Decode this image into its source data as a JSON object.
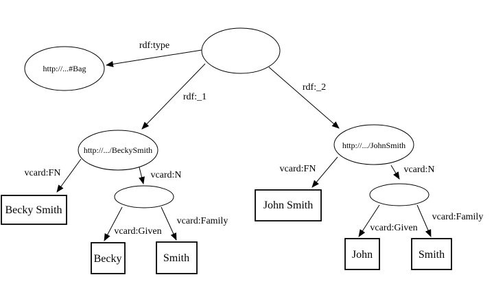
{
  "diagram": {
    "kind": "rdf-graph",
    "colors": {
      "background": "#ffffff",
      "stroke": "#000000",
      "text": "#000000"
    },
    "nodes": {
      "root_blank": {
        "label": ""
      },
      "bag": {
        "label": "http://...#Bag"
      },
      "becky_uri": {
        "label": "http://.../BeckySmith"
      },
      "john_uri": {
        "label": "http://.../JohnSmith"
      },
      "becky_n_blank": {
        "label": ""
      },
      "john_n_blank": {
        "label": ""
      },
      "becky_fullname": {
        "label": "Becky Smith"
      },
      "john_fullname": {
        "label": "John Smith"
      },
      "becky_given": {
        "label": "Becky"
      },
      "becky_family": {
        "label": "Smith"
      },
      "john_given": {
        "label": "John"
      },
      "john_family": {
        "label": "Smith"
      }
    },
    "edges": {
      "rdf_type": {
        "label": "rdf:type"
      },
      "rdf_1": {
        "label": "rdf:_1"
      },
      "rdf_2": {
        "label": "rdf:_2"
      },
      "becky_fn": {
        "label": "vcard:FN"
      },
      "becky_n": {
        "label": "vcard:N"
      },
      "becky_given": {
        "label": "vcard:Given"
      },
      "becky_family": {
        "label": "vcard:Family"
      },
      "john_fn": {
        "label": "vcard:FN"
      },
      "john_n": {
        "label": "vcard:N"
      },
      "john_given": {
        "label": "vcard:Given"
      },
      "john_family": {
        "label": "vcard:Family"
      }
    }
  }
}
